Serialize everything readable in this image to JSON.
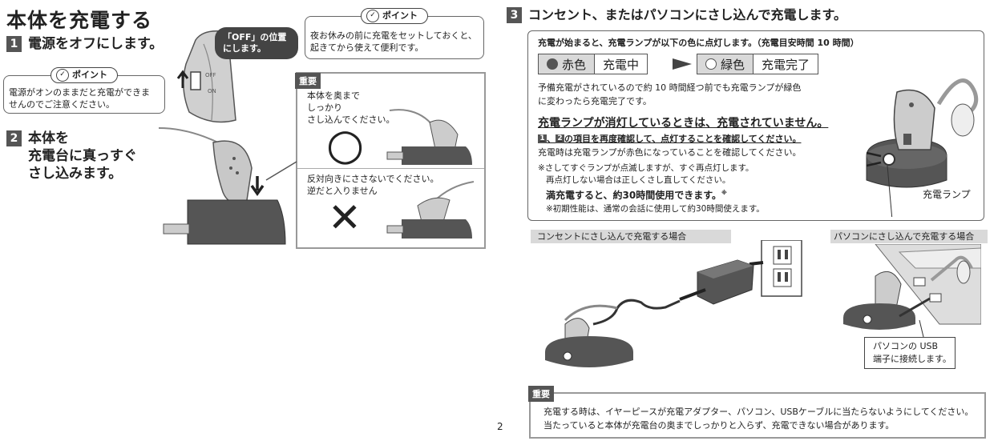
{
  "left": {
    "title": "本体を充電する",
    "step1": {
      "num": "1",
      "text": "電源をオフにします。"
    },
    "off_callout": [
      "「OFF」の位置",
      "にします。"
    ],
    "switch_labels": {
      "off": "OFF",
      "on": "ON"
    },
    "point_tag": "ポイント",
    "point1_text": [
      "電源がオンのままだと充電ができま",
      "せんのでご注意ください。"
    ],
    "step2": {
      "num": "2",
      "text": [
        "本体を",
        "充電台に真っすぐ",
        "さし込みます。"
      ]
    },
    "point2_text": [
      "夜お休みの前に充電をセットしておくと、",
      "起きてから使えて便利です。"
    ],
    "important": {
      "label": "重要",
      "text1": [
        "本体を奥まで",
        "しっかり",
        "さし込んでください。"
      ],
      "text2": [
        "反対向きにささないでください。",
        "逆だと入りません"
      ],
      "ok_mark": "○",
      "ng_mark": "✕"
    }
  },
  "page_number": "2",
  "right": {
    "step3": {
      "num": "3",
      "text": "コンセント、またはパソコンにさし込んで充電します。"
    },
    "lamp_box": {
      "intro": "充電が始まると、充電ランプが以下の色に点灯します。（充電目安時間 10 時間）",
      "red_label": "赤色",
      "charging": "充電中",
      "green_label": "緑色",
      "complete": "充電完了",
      "red_color": "#555555",
      "green_color": "#ffffff",
      "pre_charge": [
        "予備充電がされているので約 10 時間経つ前でも充電ランプが緑色",
        "に変わったら充電完了です。"
      ],
      "warning": "充電ランプが消灯しているときは、充電されていません。",
      "confirm": "の項目を再度確認して、点灯することを確認してください。",
      "confirm_nums": [
        "1",
        "2"
      ],
      "confirm_sep": "、",
      "red_check": "充電時は充電ランプが赤色になっていることを確認してください。",
      "note": [
        "※さしてすぐランプが点滅しますが、すぐ再点灯します。",
        "再点灯しない場合は正しくさし直してください。"
      ],
      "full_charge": "満充電すると、約30時間使用できます。",
      "full_charge_mark": "※",
      "footnote": "※初期性能は、通常の会話に使用して約30時間使えます。",
      "lamp_label": "充電ランプ"
    },
    "outlet_label": "コンセントにさし込んで充電する場合",
    "pc_label": "パソコンにさし込んで充電する場合",
    "usb_note": [
      "パソコンの USB",
      "端子に接続します。"
    ],
    "important": {
      "label": "重要",
      "text": [
        "充電する時は、イヤーピースが充電アダプター、パソコン、USBケーブルに当たらないようにしてください。",
        "当たっていると本体が充電台の奥までしっかりと入らず、充電できない場合があります。"
      ]
    }
  }
}
